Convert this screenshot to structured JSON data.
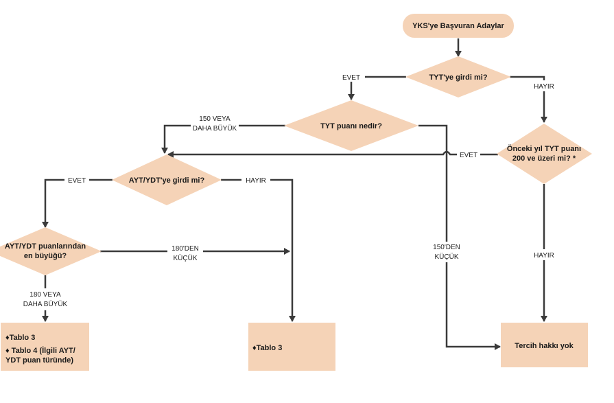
{
  "nodes": {
    "start": "YKS'ye Başvuran Adaylar",
    "tyt_entered": "TYT'ye girdi mi?",
    "tyt_score": "TYT puanı nedir?",
    "prev_year": [
      "Önceki yıl TYT puanı",
      "200 ve üzeri mi? *"
    ],
    "ayt_entered": "AYT/YDT'ye girdi mi?",
    "ayt_highest": [
      "AYT/YDT puanlarından",
      "en büyüğü?"
    ],
    "box_left": [
      "Tablo 3",
      "Tablo 4 (İlgili AYT/",
      "YDT puan türünde)"
    ],
    "box_mid": "Tablo 3",
    "box_right": "Tercih hakkı yok"
  },
  "edges": {
    "evet_1": "EVET",
    "hayir_1": "HAYIR",
    "ge150": [
      "150 VEYA",
      "DAHA BÜYÜK"
    ],
    "lt150": [
      "150'DEN",
      "KÜÇÜK"
    ],
    "evet_2": "EVET",
    "hayir_2": "HAYIR",
    "evet_3": "EVET",
    "hayir_3": "HAYIR",
    "lt180": [
      "180'DEN",
      "KÜÇÜK"
    ],
    "ge180": [
      "180 VEYA",
      "DAHA BÜYÜK"
    ]
  },
  "colors": {
    "shape_fill": "#f5d3b7",
    "line": "#3a3a3a",
    "bullet": "diamond"
  }
}
